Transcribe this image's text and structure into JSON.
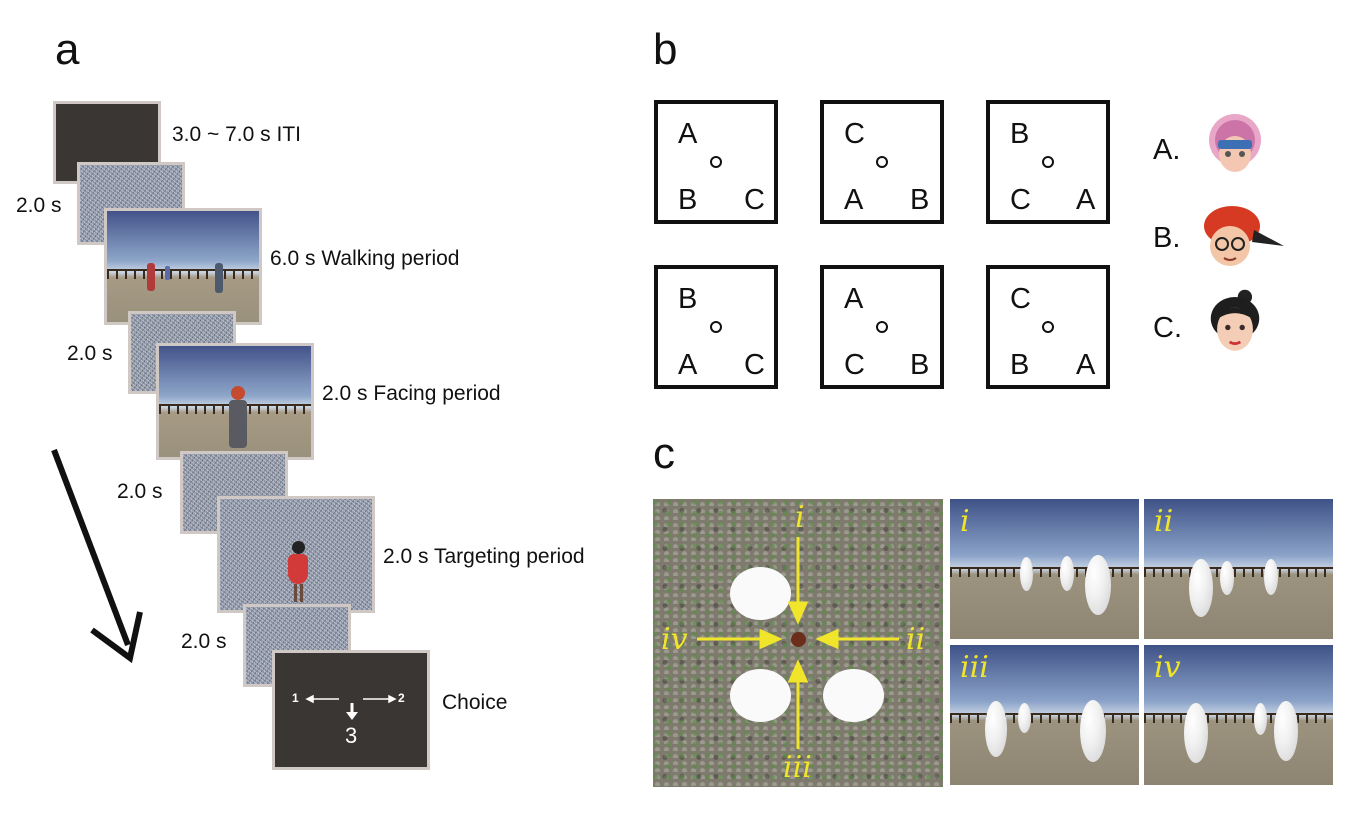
{
  "panels": {
    "a": "a",
    "b": "b",
    "c": "c"
  },
  "panel_a": {
    "iti_label": "3.0 ~ 7.0 s  ITI",
    "mask1_label": "2.0 s",
    "walking_label": "6.0 s Walking period",
    "mask2_label": "2.0 s",
    "facing_label": "2.0 s Facing period",
    "mask3_label": "2.0 s",
    "targeting_label": "2.0 s Targeting period",
    "mask4_label": "2.0 s",
    "choice_label": "Choice",
    "choice_screen": {
      "left": "1",
      "right": "2",
      "down": "3"
    }
  },
  "panel_b": {
    "layouts": [
      {
        "top": "A",
        "bl": "B",
        "br": "C"
      },
      {
        "top": "C",
        "bl": "A",
        "br": "B"
      },
      {
        "top": "B",
        "bl": "C",
        "br": "A"
      },
      {
        "top": "B",
        "bl": "A",
        "br": "C"
      },
      {
        "top": "A",
        "bl": "C",
        "br": "B"
      },
      {
        "top": "C",
        "bl": "B",
        "br": "A"
      }
    ],
    "legend": [
      {
        "label": "A.",
        "icon": "avatar-a-face-icon"
      },
      {
        "label": "B.",
        "icon": "avatar-b-face-icon"
      },
      {
        "label": "C.",
        "icon": "avatar-c-face-icon"
      }
    ]
  },
  "panel_c": {
    "arrow_labels": {
      "top": "i",
      "right": "ii",
      "bottom": "iii",
      "left": "iv"
    },
    "views": [
      "i",
      "ii",
      "iii",
      "iv"
    ],
    "arrow_color": "#f0e52a"
  }
}
